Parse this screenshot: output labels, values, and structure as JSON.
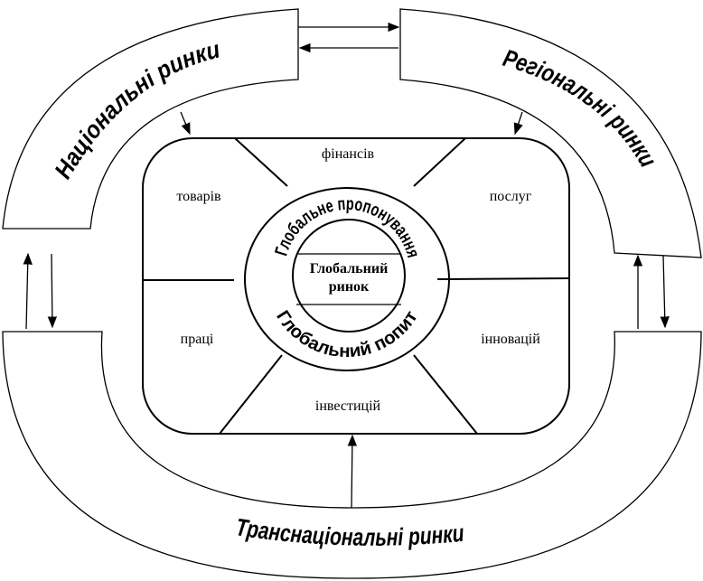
{
  "bands": {
    "national": "Національні ринки",
    "regional": "Регіональні ринки",
    "transnational": "Транснаціональні ринки"
  },
  "ring": {
    "supply": "Глобальне пропонування",
    "demand": "Глобальний попит"
  },
  "core": {
    "line1": "Глобальний",
    "line2": "ринок"
  },
  "segments": {
    "finance": "фінансів",
    "goods": "товарів",
    "services": "послуг",
    "labor": "праці",
    "innovation": "інновацій",
    "investment": "інвестицій"
  }
}
